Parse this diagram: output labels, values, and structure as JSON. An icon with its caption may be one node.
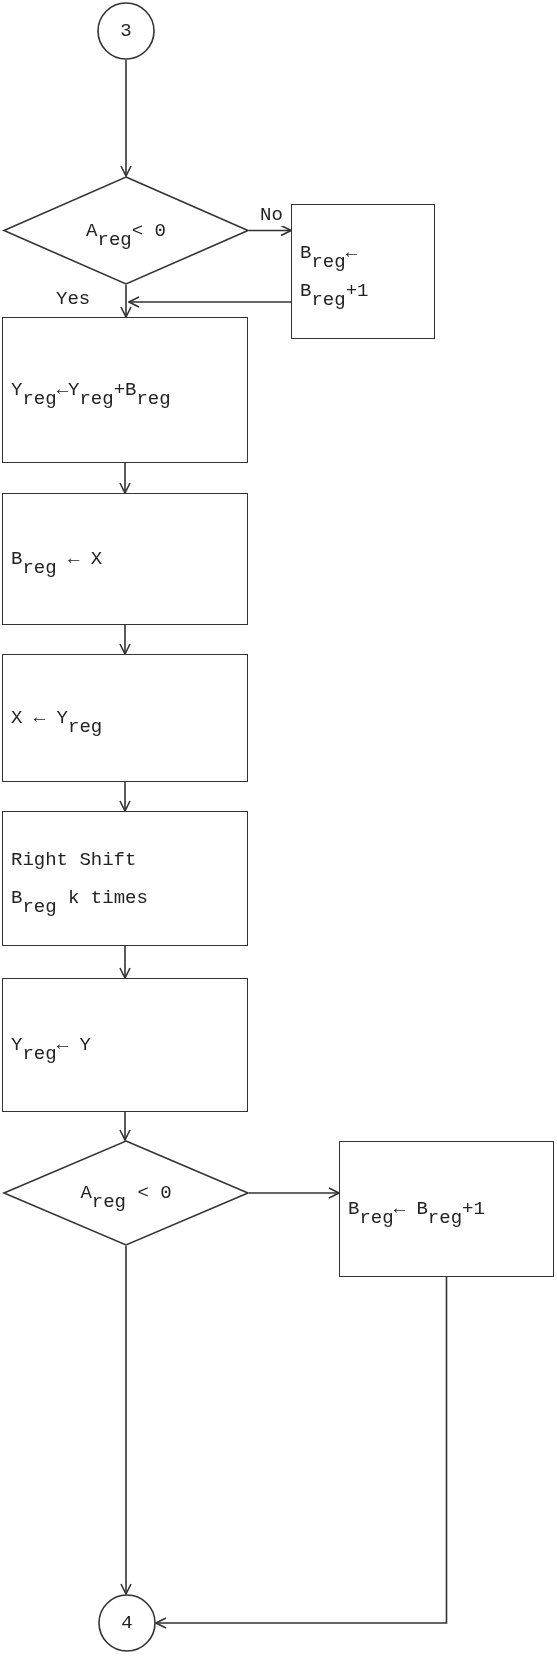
{
  "diagram": {
    "nodes": [
      {
        "text": [
          "3"
        ]
      },
      {
        "text": [
          "A$_{reg}$< 0"
        ]
      },
      {
        "text": [
          "B$_{reg}$← B$_{reg}$+1"
        ]
      },
      {
        "text": [
          "Y$_{reg}$←Y$_{reg}$+B$_{reg}$"
        ]
      },
      {
        "text": [
          "B$_{reg}$ ← X"
        ]
      },
      {
        "text": [
          "X ← Y$_{reg}$"
        ]
      },
      {
        "text": [
          "Right Shift B$_{reg}$ k times"
        ]
      },
      {
        "text": [
          "Y$_{reg}$← Y"
        ]
      },
      {
        "text": [
          "A$_{reg}$ < 0"
        ]
      },
      {
        "text": [
          "B$_{reg}$← B$_{reg}$+1"
        ]
      },
      {
        "text": [
          "4"
        ]
      }
    ],
    "edges": [
      {
        "from": 0,
        "to": 1,
        "arrow": "to"
      },
      {
        "from": 1,
        "to": 2,
        "arrow": "to",
        "label": "No"
      },
      {
        "from": 1,
        "to": 3,
        "arrow": "to",
        "label": "Yes"
      },
      {
        "from": 2,
        "to": 3,
        "arrow": "to"
      },
      {
        "from": 3,
        "to": 4,
        "arrow": "to"
      },
      {
        "from": 4,
        "to": 5,
        "arrow": "to"
      },
      {
        "from": 5,
        "to": 6,
        "arrow": "to"
      },
      {
        "from": 6,
        "to": 7,
        "arrow": "to"
      },
      {
        "from": 7,
        "to": 8,
        "arrow": "to"
      },
      {
        "from": 8,
        "to": 9,
        "arrow": "to"
      },
      {
        "from": 8,
        "to": 10,
        "arrow": "to"
      },
      {
        "from": 9,
        "to": 10,
        "arrow": "to"
      }
    ]
  }
}
